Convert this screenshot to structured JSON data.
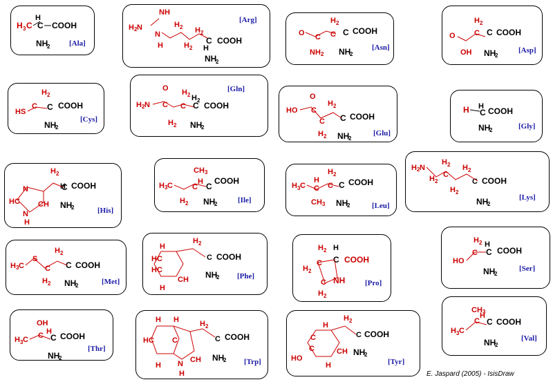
{
  "styles": {
    "side_chain_color": "#cc0000",
    "backbone_color": "#000000",
    "code_color": "#1a1aa6"
  },
  "common": {
    "cooh": "COOH",
    "nh2": "NH",
    "sub2": "2",
    "ch": "C",
    "h": "H"
  },
  "amino_acids": [
    {
      "code": "[Ala]",
      "side": [
        "H",
        "3",
        "C"
      ]
    },
    {
      "code": "[Arg]",
      "side": [
        "NH",
        "H",
        "N",
        "N",
        "H",
        "H",
        "2",
        "C",
        "C",
        "C"
      ]
    },
    {
      "code": "[Asn]",
      "side": [
        "O",
        "NH",
        "2",
        "C",
        "H",
        "2"
      ]
    },
    {
      "code": "[Asp]",
      "side": [
        "O",
        "OH",
        "C",
        "H",
        "2"
      ]
    },
    {
      "code": "[Cys]",
      "side": [
        "HS",
        "C",
        "H",
        "2"
      ]
    },
    {
      "code": "[Gln]",
      "side": [
        "O",
        "H",
        "2",
        "N",
        "C",
        "C"
      ]
    },
    {
      "code": "[Glu]",
      "side": [
        "O",
        "HO",
        "C",
        "C"
      ]
    },
    {
      "code": "[Gly]",
      "side": [
        "H"
      ]
    },
    {
      "code": "[His]",
      "side": [
        "N",
        "HC",
        "N",
        "H",
        "CH"
      ]
    },
    {
      "code": "[Ile]",
      "side": [
        "CH",
        "3",
        "C",
        "H"
      ]
    },
    {
      "code": "[Leu]",
      "side": [
        "CH",
        "3",
        "C",
        "H"
      ]
    },
    {
      "code": "[Lys]",
      "side": [
        "H",
        "2",
        "N",
        "C",
        "C",
        "C",
        "C"
      ]
    },
    {
      "code": "[Met]",
      "side": [
        "S",
        "C",
        "C"
      ]
    },
    {
      "code": "[Phe]",
      "side": [
        "HC",
        "C",
        "CH"
      ]
    },
    {
      "code": "[Pro]",
      "side": [
        "NH",
        "C",
        "C",
        "H",
        "2"
      ]
    },
    {
      "code": "[Ser]",
      "side": [
        "HO",
        "C",
        "H",
        "2"
      ]
    },
    {
      "code": "[Thr]",
      "side": [
        "OH",
        "C",
        "H"
      ]
    },
    {
      "code": "[Trp]",
      "side": [
        "H",
        "C",
        "N",
        "CH",
        "HC"
      ]
    },
    {
      "code": "[Tyr]",
      "side": [
        "HO",
        "C",
        "CH"
      ]
    },
    {
      "code": "[Val]",
      "side": [
        "CH",
        "3",
        "C",
        "H"
      ]
    }
  ],
  "credit": "E. Jaspard (2005) - IsisDraw"
}
